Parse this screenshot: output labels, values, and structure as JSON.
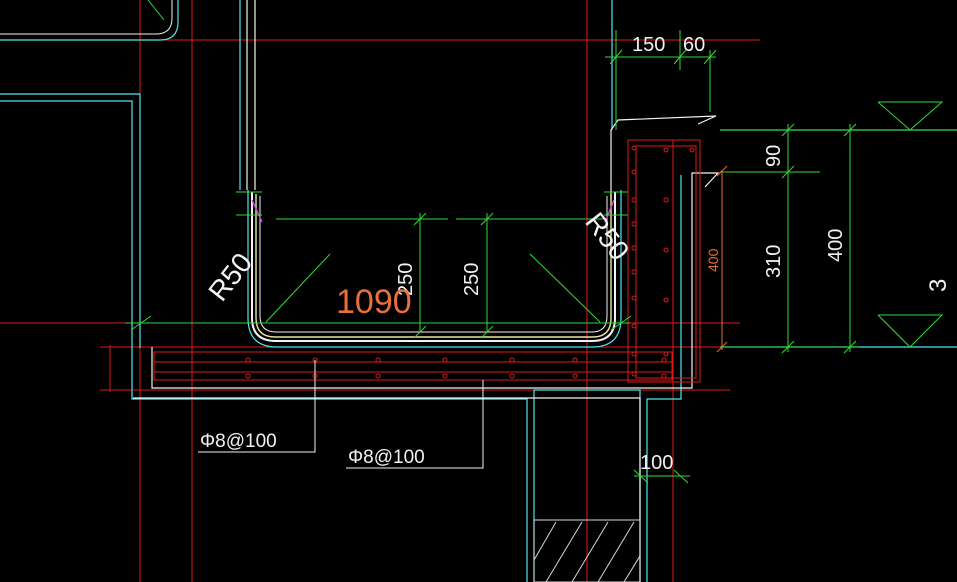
{
  "drawing": {
    "background": "#000000",
    "colors": {
      "axis_red": "#e01818",
      "outline_cyan": "#4fe6ee",
      "outline_white": "#f2f2f2",
      "dim_green": "#2fdc2f",
      "dim_orange": "#e8703a",
      "rebar_magenta": "#d640e0",
      "hatch_white": "#d8d8d8"
    },
    "labels": {
      "dim_150": "150",
      "dim_60": "60",
      "dim_90": "90",
      "dim_310": "310",
      "dim_400_right": "400",
      "dim_400_orange": "400",
      "dim_250_left": "250",
      "dim_250_right": "250",
      "dim_1090": "1090",
      "radius_left": "R50",
      "radius_right": "R50",
      "rebar_left": "Φ8@100",
      "rebar_right": "Φ8@100",
      "dim_100": "100",
      "edge_char": "3"
    }
  }
}
